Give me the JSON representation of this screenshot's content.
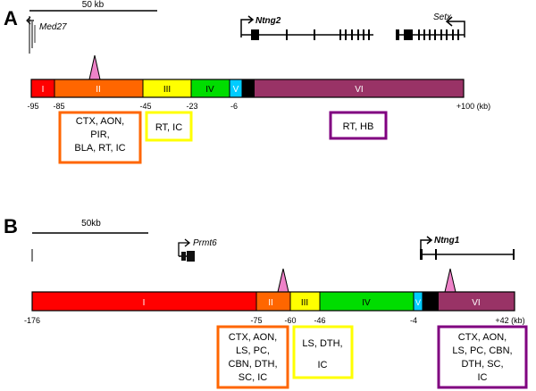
{
  "panelA": {
    "label": "A",
    "scale_label": "50 kb",
    "genes": {
      "left": "Med27",
      "mid": "Ntng2",
      "right": "Setx"
    },
    "regions": [
      {
        "label": "I",
        "color": "#ff0000"
      },
      {
        "label": "II",
        "color": "#ff6600"
      },
      {
        "label": "III",
        "color": "#ffff00"
      },
      {
        "label": "IV",
        "color": "#00dd00"
      },
      {
        "label": "V",
        "color": "#00ccff"
      },
      {
        "label": "",
        "color": "#000000"
      },
      {
        "label": "VI",
        "color": "#993366"
      }
    ],
    "ticks": [
      "-95",
      "-85",
      "-45",
      "-23",
      "-6",
      "+100 (kb)"
    ],
    "boxes": [
      {
        "color": "#ff6600",
        "lines": [
          "CTX, AON,",
          "PIR,",
          "BLA, RT, IC"
        ]
      },
      {
        "color": "#ffff00",
        "lines": [
          "RT, IC"
        ]
      },
      {
        "color": "#800080",
        "lines": [
          "RT, HB"
        ]
      }
    ]
  },
  "panelB": {
    "label": "B",
    "scale_label": "50kb",
    "genes": {
      "mid": "Prmt6",
      "right": "Ntng1"
    },
    "regions": [
      {
        "label": "I",
        "color": "#ff0000"
      },
      {
        "label": "II",
        "color": "#ff6600"
      },
      {
        "label": "III",
        "color": "#ffff00"
      },
      {
        "label": "IV",
        "color": "#00dd00"
      },
      {
        "label": "V",
        "color": "#00ccff"
      },
      {
        "label": "",
        "color": "#000000"
      },
      {
        "label": "VI",
        "color": "#993366"
      }
    ],
    "ticks": [
      "-176",
      "-75",
      "-60",
      "-46",
      "-4",
      "+42 (kb)"
    ],
    "boxes": [
      {
        "color": "#ff6600",
        "lines": [
          "CTX, AON,",
          "LS, PC,",
          "CBN, DTH,",
          "SC, IC"
        ]
      },
      {
        "color": "#ffff00",
        "lines": [
          "LS, DTH,",
          "IC"
        ]
      },
      {
        "color": "#800080",
        "lines": [
          "CTX, AON,",
          "LS, PC, CBN,",
          "DTH, SC,",
          "IC"
        ]
      }
    ]
  }
}
